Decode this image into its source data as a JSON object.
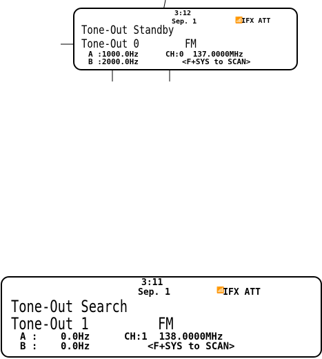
{
  "screen_standby": {
    "time": "3:12",
    "date": "Sep. 1",
    "icons": {
      "ifx": "IFX",
      "att": "ATT",
      "antenna": "antenna-icon"
    },
    "title": "Tone-Out Standby",
    "tone_label": "Tone-Out 0",
    "modulation": "FM",
    "tone_a": "A :1000.0Hz",
    "tone_b": "B :2000.0Hz",
    "channel": "CH:0  137.0000MHz",
    "hint": "<F+SYS to SCAN>"
  },
  "screen_search": {
    "time": "3:11",
    "date": "Sep. 1",
    "icons": {
      "ifx": "IFX",
      "att": "ATT",
      "antenna": "antenna-icon"
    },
    "title": "Tone-Out Search",
    "tone_label": "Tone-Out 1",
    "modulation": "FM",
    "tone_a": "A :    0.0Hz",
    "tone_b": "B :    0.0Hz",
    "channel": "CH:1  138.0000MHz",
    "hint": "<F+SYS to SCAN>"
  }
}
